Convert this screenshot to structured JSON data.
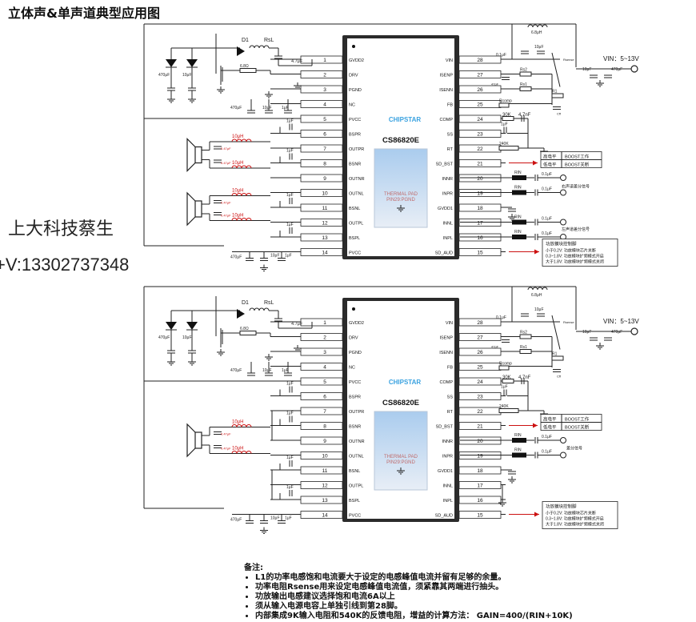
{
  "title": "立体声&单声道典型应用图",
  "watermark": {
    "name": "上大科技蔡生",
    "contact": "+V:13302737348"
  },
  "colors": {
    "wire": "#222222",
    "red": "#cc1111",
    "chip": "#2b2b2b",
    "pad_top": "#aaccee",
    "pad_bot": "#bcd5ee",
    "brand": "#3aa2e0"
  },
  "chip": {
    "brand": "CHIPSTAR",
    "part": "CS86820E",
    "pad_label": "THERMAL PAD",
    "pad_pin": "PIN29:PGND",
    "left_pins": [
      {
        "n": "1",
        "name": "GVDD2"
      },
      {
        "n": "2",
        "name": "DRV"
      },
      {
        "n": "3",
        "name": "PGND"
      },
      {
        "n": "4",
        "name": "NC"
      },
      {
        "n": "5",
        "name": "PVCC"
      },
      {
        "n": "6",
        "name": "BSPR"
      },
      {
        "n": "7",
        "name": "OUTPR"
      },
      {
        "n": "8",
        "name": "BSNR"
      },
      {
        "n": "9",
        "name": "OUTNR"
      },
      {
        "n": "10",
        "name": "OUTNL"
      },
      {
        "n": "11",
        "name": "BSNL"
      },
      {
        "n": "12",
        "name": "OUTPL"
      },
      {
        "n": "13",
        "name": "BSPL"
      },
      {
        "n": "14",
        "name": "PVCC"
      }
    ],
    "right_pins": [
      {
        "n": "28",
        "name": "VIN"
      },
      {
        "n": "27",
        "name": "ISENP"
      },
      {
        "n": "26",
        "name": "ISENN"
      },
      {
        "n": "25",
        "name": "FB"
      },
      {
        "n": "24",
        "name": "COMP"
      },
      {
        "n": "23",
        "name": "SS"
      },
      {
        "n": "22",
        "name": "RT"
      },
      {
        "n": "21",
        "name": "SD_BST"
      },
      {
        "n": "20",
        "name": "INNR"
      },
      {
        "n": "19",
        "name": "INPR"
      },
      {
        "n": "18",
        "name": "GVDD1"
      },
      {
        "n": "17",
        "name": "INNL"
      },
      {
        "n": "16",
        "name": "INPL"
      },
      {
        "n": "15",
        "name": "SD_AUD"
      }
    ]
  },
  "components": {
    "d1": "D1",
    "rsl": "RsL",
    "r68": "6.8Ω",
    "c47": "4.7μF",
    "c470": "470μF",
    "c10": "10μF",
    "c01": "0.1μF",
    "c1": "1μF",
    "l10": "10μH",
    "l68": "6.8μH",
    "k30": "30K",
    "c47n": "4.7nF",
    "k240": "240K",
    "rin": "RIN",
    "rsense": "Rsense"
  },
  "vin_label": "VIN：5~13V",
  "sd_bst": {
    "high": "高电平",
    "high_desc": "BOOST工作",
    "low": "低电平",
    "low_desc": "BOOST关断"
  },
  "sd_aud": {
    "title": "功放模块控制脚",
    "lines": [
      "小于0.2V: 功放模块芯片关断",
      "0.3~1.8V: 功放模块扩频模式开启",
      "大于1.8V: 功放模块扩频模式关闭"
    ]
  },
  "input_labels": {
    "right": "右声道差分信号",
    "left": "左声道差分信号",
    "diff": "差分信号"
  },
  "notes": {
    "title": "备注:",
    "items": [
      "L1的功率电感饱和电流要大于设定的电感峰值电流并留有足够的余量。",
      "功率电阻Rsense用来设定电感峰值电流值，须紧靠其两端进行抽头。",
      "功放输出电感建议选择饱和电流6A以上",
      "须从输入电源电容上单独引线到第28脚。",
      "内部集成9K输入电阻和540K的反馈电阻，增益的计算方法：   GAIN=400/(RIN+10K)"
    ]
  }
}
